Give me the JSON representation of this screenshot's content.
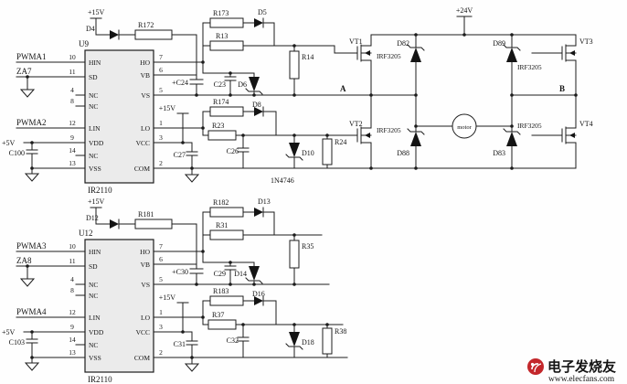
{
  "meta": {
    "description": "IR2110 dual half-bridge MOSFET motor drive schematic"
  },
  "power": {
    "v15": "+15V",
    "v24": "+24V",
    "v5": "+5V"
  },
  "nodes": {
    "a": "A",
    "b": "B"
  },
  "parts": {
    "driver": "IR2110",
    "mosfet": "IRF3205",
    "zener": "1N4746",
    "motor": "motor"
  },
  "signals": {
    "pwma1": "PWMA1",
    "za7": "ZA7",
    "pwma2": "PWMA2",
    "pwma3": "PWMA3",
    "za8": "ZA8",
    "pwma4": "PWMA4"
  },
  "u9": {
    "ref": "U9",
    "pins": {
      "hin": {
        "name": "HIN",
        "num": "10"
      },
      "sd": {
        "name": "SD",
        "num": "11"
      },
      "nc1": {
        "name": "NC",
        "num": "4"
      },
      "nc2": {
        "name": "NC",
        "num": "8"
      },
      "lin": {
        "name": "LIN",
        "num": "12"
      },
      "vdd": {
        "name": "VDD",
        "num": "9"
      },
      "nc3": {
        "name": "NC",
        "num": "14"
      },
      "vss": {
        "name": "VSS",
        "num": "13"
      },
      "ho": {
        "name": "HO",
        "num": "7"
      },
      "vb": {
        "name": "VB",
        "num": "6"
      },
      "vs": {
        "name": "VS",
        "num": "5"
      },
      "lo": {
        "name": "LO",
        "num": "1"
      },
      "vcc": {
        "name": "VCC",
        "num": "3"
      },
      "com": {
        "name": "COM",
        "num": "2"
      }
    }
  },
  "u12": {
    "ref": "U12",
    "pins": {
      "hin": {
        "name": "HIN",
        "num": "10"
      },
      "sd": {
        "name": "SD",
        "num": "11"
      },
      "nc1": {
        "name": "NC",
        "num": "4"
      },
      "nc2": {
        "name": "NC",
        "num": "8"
      },
      "lin": {
        "name": "LIN",
        "num": "12"
      },
      "vdd": {
        "name": "VDD",
        "num": "9"
      },
      "nc3": {
        "name": "NC",
        "num": "14"
      },
      "vss": {
        "name": "VSS",
        "num": "13"
      },
      "ho": {
        "name": "HO",
        "num": "7"
      },
      "vb": {
        "name": "VB",
        "num": "6"
      },
      "vs": {
        "name": "VS",
        "num": "5"
      },
      "lo": {
        "name": "LO",
        "num": "1"
      },
      "vcc": {
        "name": "VCC",
        "num": "3"
      },
      "com": {
        "name": "COM",
        "num": "2"
      }
    }
  },
  "refs": {
    "d4": "D4",
    "r172": "R172",
    "r173": "R173",
    "d5": "D5",
    "r13": "R13",
    "r14": "R14",
    "c24": "+C24",
    "c23": "C23",
    "d6": "D6",
    "r174": "R174",
    "d8": "D8",
    "r23": "R23",
    "c26": "C26",
    "c27": "C27",
    "d10": "D10",
    "r24": "R24",
    "c100": "C100",
    "c103": "C103",
    "vt1": "VT1",
    "vt2": "VT2",
    "vt3": "VT3",
    "vt4": "VT4",
    "d82": "D82",
    "d88": "D88",
    "d89": "D89",
    "d83": "D83",
    "d12": "D12",
    "r181": "R181",
    "r182": "R182",
    "d13": "D13",
    "r31": "R31",
    "r35": "R35",
    "c30": "+C30",
    "c29": "C29",
    "d14": "D14",
    "r183": "R183",
    "d16": "D16",
    "r37": "R37",
    "c31": "C31",
    "c32": "C32",
    "d18": "D18",
    "r38": "R38"
  },
  "watermark": {
    "brand": "电子发烧友",
    "url": "www.elecfans.com",
    "color": "#c3272b"
  }
}
